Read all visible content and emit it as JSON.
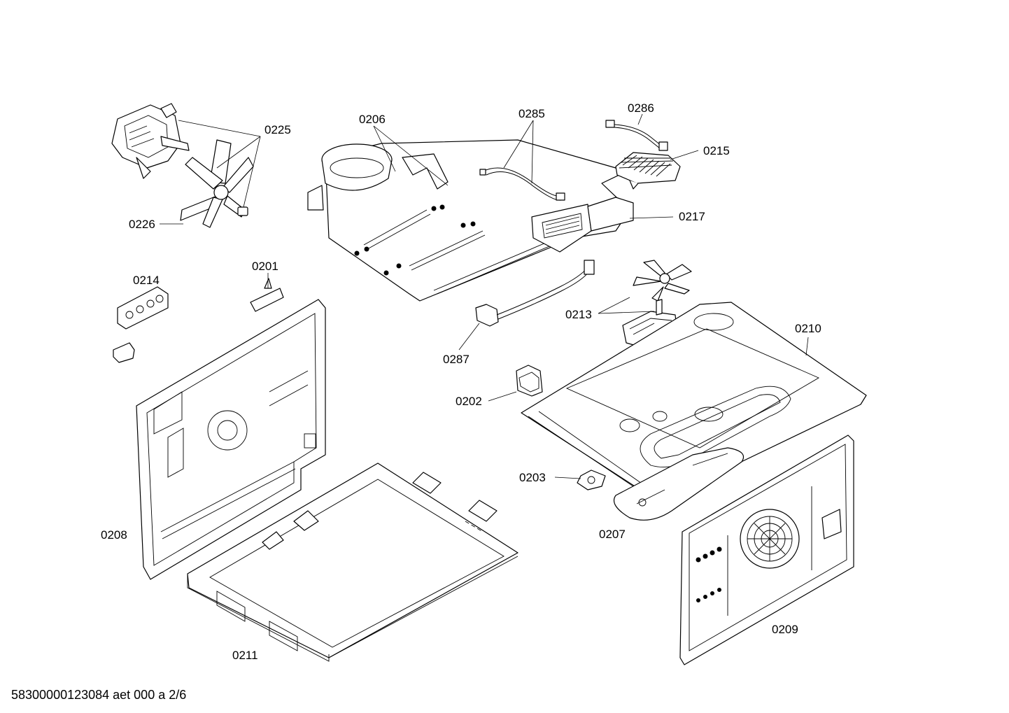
{
  "labels": {
    "p0225": "0225",
    "p0226": "0226",
    "p0206": "0206",
    "p0285": "0285",
    "p0286": "0286",
    "p0215": "0215",
    "p0217": "0217",
    "p0214": "0214",
    "p0201": "0201",
    "p0213": "0213",
    "p0210": "0210",
    "p0287": "0287",
    "p0202": "0202",
    "p0203": "0203",
    "p0207": "0207",
    "p0208": "0208",
    "p0209": "0209",
    "p0211": "0211"
  },
  "footer": "58300000123084 aet 000 a 2/6"
}
